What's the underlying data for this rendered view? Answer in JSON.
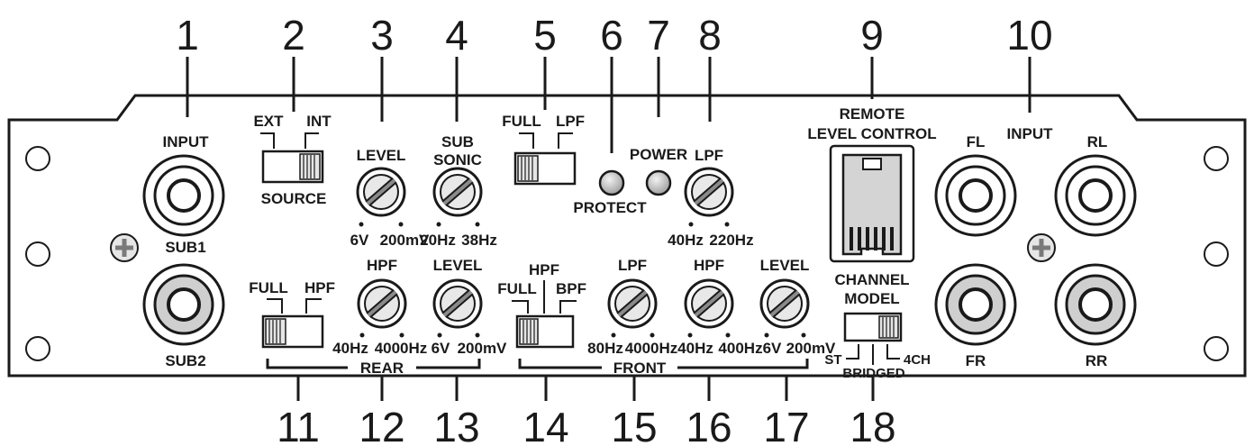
{
  "callouts": [
    "1",
    "2",
    "3",
    "4",
    "5",
    "6",
    "7",
    "8",
    "9",
    "10",
    "11",
    "12",
    "13",
    "14",
    "15",
    "16",
    "17",
    "18"
  ],
  "labels": {
    "input_sub": "INPUT",
    "sub1": "SUB1",
    "sub2": "SUB2",
    "ext": "EXT",
    "int": "INT",
    "source": "SOURCE",
    "level_top": "LEVEL",
    "sub": "SUB",
    "sonic": "SONIC",
    "v6_a": "6V",
    "mv200_a": "200mV",
    "hz20": "20Hz",
    "hz38": "38Hz",
    "full_top": "FULL",
    "lpf_top": "LPF",
    "power": "POWER",
    "protect": "PROTECT",
    "lpf_knob_top": "LPF",
    "hz40_a": "40Hz",
    "hz220": "220Hz",
    "remote": "REMOTE",
    "level_control": "LEVEL CONTROL",
    "input_main": "INPUT",
    "fl": "FL",
    "rl": "RL",
    "fr": "FR",
    "rr": "RR",
    "full_rear": "FULL",
    "hpf_rear_sw": "HPF",
    "hpf_rear": "HPF",
    "level_rear": "LEVEL",
    "hz40_b": "40Hz",
    "hz4000_a": "4000Hz",
    "v6_b": "6V",
    "mv200_b": "200mV",
    "rear": "REAR",
    "full_front": "FULL",
    "hpf_front_sw": "HPF",
    "bpf_front_sw": "BPF",
    "lpf_front": "LPF",
    "hpf_front": "HPF",
    "level_front": "LEVEL",
    "hz80": "80Hz",
    "hz4000_b": "4000Hz",
    "hz40_c": "40Hz",
    "hz400": "400Hz",
    "v6_c": "6V",
    "mv200_c": "200mV",
    "front": "FRONT",
    "channel": "CHANNEL",
    "model": "MODEL",
    "st": "ST",
    "bridged": "BRIDGED",
    "ch4": "4CH"
  },
  "colors": {
    "ink": "#1a1a1a",
    "panel": "#ffffff",
    "jack_grey": "#cfcfcf",
    "led": "#b8b8b8"
  }
}
